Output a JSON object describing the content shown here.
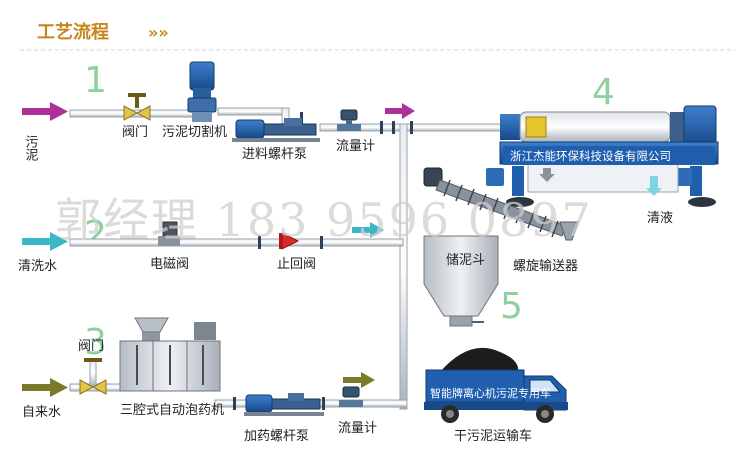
{
  "header": {
    "title": "工艺流程",
    "chevrons": "»»"
  },
  "steps": {
    "s1": "1",
    "s2": "2",
    "s3": "3",
    "s4": "4",
    "s5": "5"
  },
  "inputs": {
    "sludge": "污泥",
    "wash_water": "清洗水",
    "tap_water": "自来水"
  },
  "labels": {
    "valve1": "阀门",
    "cutter": "污泥切割机",
    "feed_pump": "进料螺杆泵",
    "flowmeter1": "流量计",
    "solenoid_valve": "电磁阀",
    "check_valve": "止回阀",
    "valve3": "阀门",
    "dosing_machine": "三腔式自动泡药机",
    "dosing_pump": "加药螺杆泵",
    "flowmeter3": "流量计",
    "clear_liquid": "清液",
    "hopper": "储泥斗",
    "conveyor": "螺旋输送器",
    "truck": "干污泥运输车"
  },
  "banners": {
    "company": "浙江杰能环保科技设备有限公司",
    "truck": "智能牌离心机污泥专用车"
  },
  "watermark": "郭经理 183 9596 0897",
  "colors": {
    "sludge_arrow": "#b0309a",
    "water_arrow": "#3ab8c8",
    "tap_arrow": "#7a7a2a",
    "machine_blue": "#1f5fae",
    "pipe": "#9aa3ad",
    "number": "#8fd19e"
  }
}
